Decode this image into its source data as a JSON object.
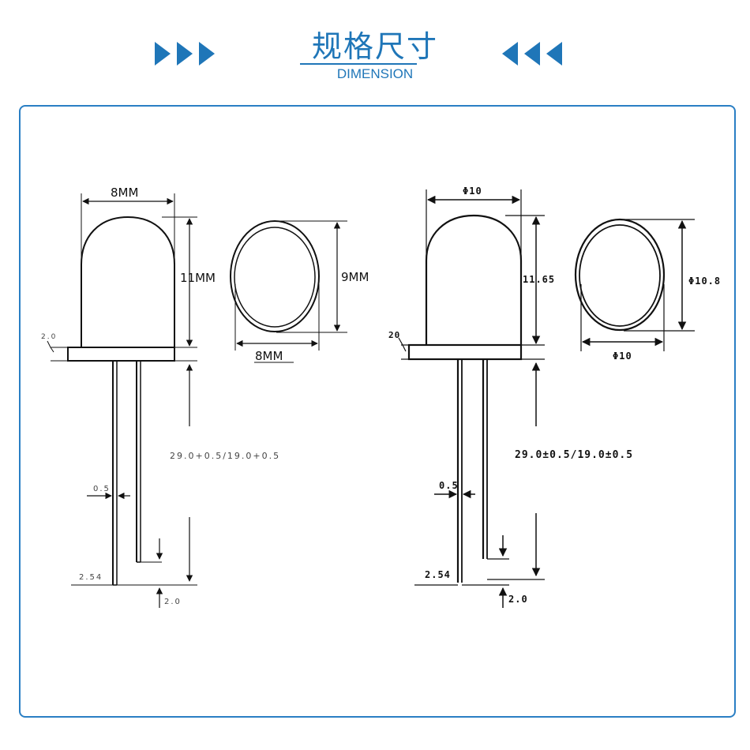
{
  "header": {
    "title_cn": "规格尺寸",
    "title_en": "DIMENSION",
    "accent_color": "#1f76b8",
    "left_decoration_icon": "triple-arrow-right-icon",
    "right_decoration_icon": "triple-arrow-left-icon"
  },
  "left_drawing": {
    "dome_width": "8MM",
    "dome_height": "11MM",
    "top_view_height": "9MM",
    "top_view_width": "8MM",
    "flange_thickness": "2.0",
    "lead_length": "29.0+0.5/19.0+0.5",
    "lead_width": "0.5",
    "lead_spacing": "2.54",
    "lead_step": "2.0"
  },
  "right_drawing": {
    "dome_width": "Φ10",
    "dome_height": "11.65",
    "top_view_height": "Φ10.8",
    "top_view_width": "Φ10",
    "flange_thickness": "20",
    "lead_length": "29.0±0.5/19.0±0.5",
    "lead_width": "0.5",
    "lead_spacing": "2.54",
    "lead_step": "2.0"
  }
}
